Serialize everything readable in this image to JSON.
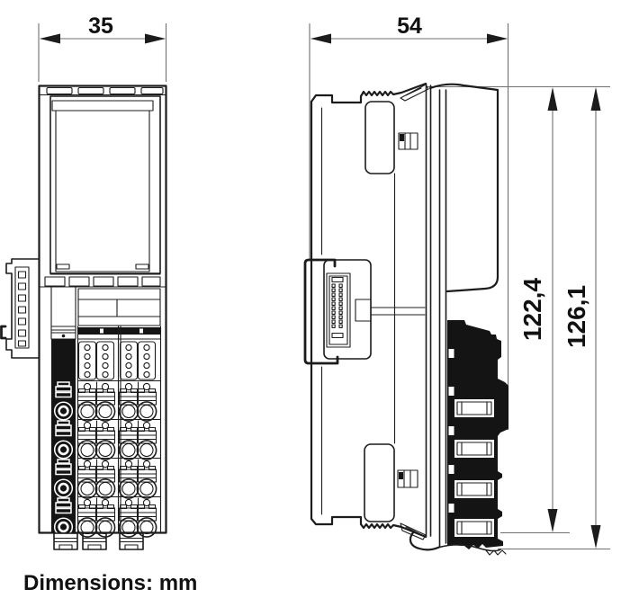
{
  "caption": "Dimensions: mm",
  "dimensions": {
    "front_width_mm": "35",
    "side_depth_mm": "54",
    "height_housing_mm": "122,4",
    "height_total_mm": "126,1"
  },
  "colors": {
    "outline": "#1c1c1c",
    "dimline": "#707070",
    "dark": "#141414",
    "background": "#ffffff"
  }
}
